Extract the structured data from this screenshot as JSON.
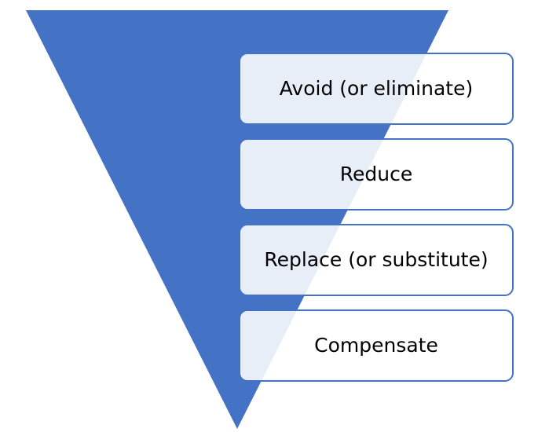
{
  "colors": {
    "funnel_fill": "#4472c4",
    "box_border": "#4472c4",
    "box_fill": "#ffffff",
    "text": "#000000"
  },
  "hierarchy": {
    "steps": [
      {
        "label": "Avoid (or eliminate)"
      },
      {
        "label": "Reduce"
      },
      {
        "label": "Replace (or substitute)"
      },
      {
        "label": "Compensate"
      }
    ]
  }
}
